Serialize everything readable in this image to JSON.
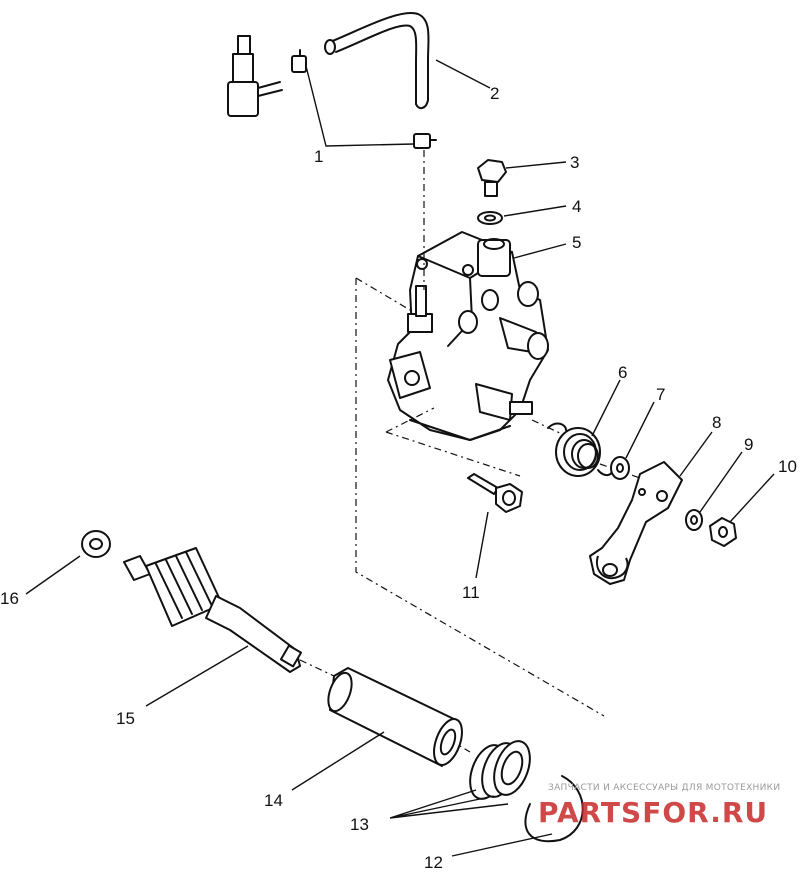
{
  "callouts": [
    "1",
    "2",
    "3",
    "4",
    "5",
    "6",
    "7",
    "8",
    "9",
    "10",
    "11",
    "12",
    "13",
    "14",
    "15",
    "16"
  ],
  "watermark": {
    "tagline": "ЗАПЧАСТИ И АКСЕССУАРЫ ДЛЯ МОТОТЕХНИКИ",
    "brand": "PARTSFOR.RU",
    "brand_color": "#c72a2a"
  }
}
